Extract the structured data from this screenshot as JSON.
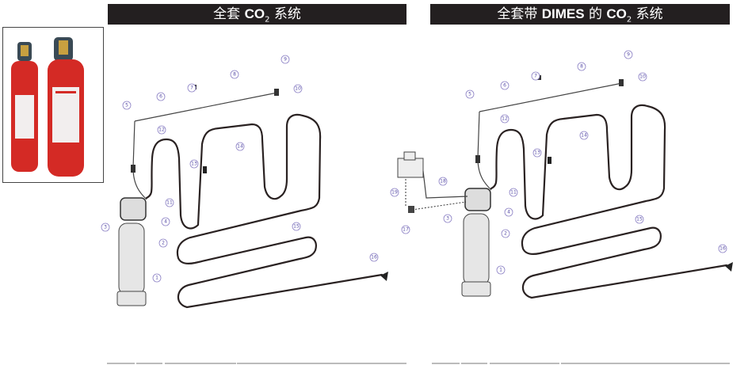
{
  "left_panel": {
    "title_prefix": "全套 ",
    "title_co2": "CO",
    "title_sub": "2",
    "title_suffix": " 系统",
    "labels": [
      "1",
      "2",
      "3",
      "4",
      "5",
      "6",
      "7",
      "8",
      "9",
      "10",
      "11",
      "12",
      "13",
      "14",
      "15",
      "16"
    ]
  },
  "right_panel": {
    "title_prefix": "全套带 ",
    "title_dimes": "DIMES",
    "title_mid": " 的 ",
    "title_co2": "CO",
    "title_sub": "2",
    "title_suffix": " 系统",
    "labels": [
      "1",
      "2",
      "3",
      "4",
      "5",
      "6",
      "7",
      "8",
      "9",
      "10",
      "11",
      "12",
      "13",
      "14",
      "15",
      "16",
      "17",
      "18",
      "19"
    ]
  },
  "colors": {
    "header_bg": "#231f20",
    "cylinder_red": "#d42a25",
    "label_purple": "#5a4fa8"
  }
}
